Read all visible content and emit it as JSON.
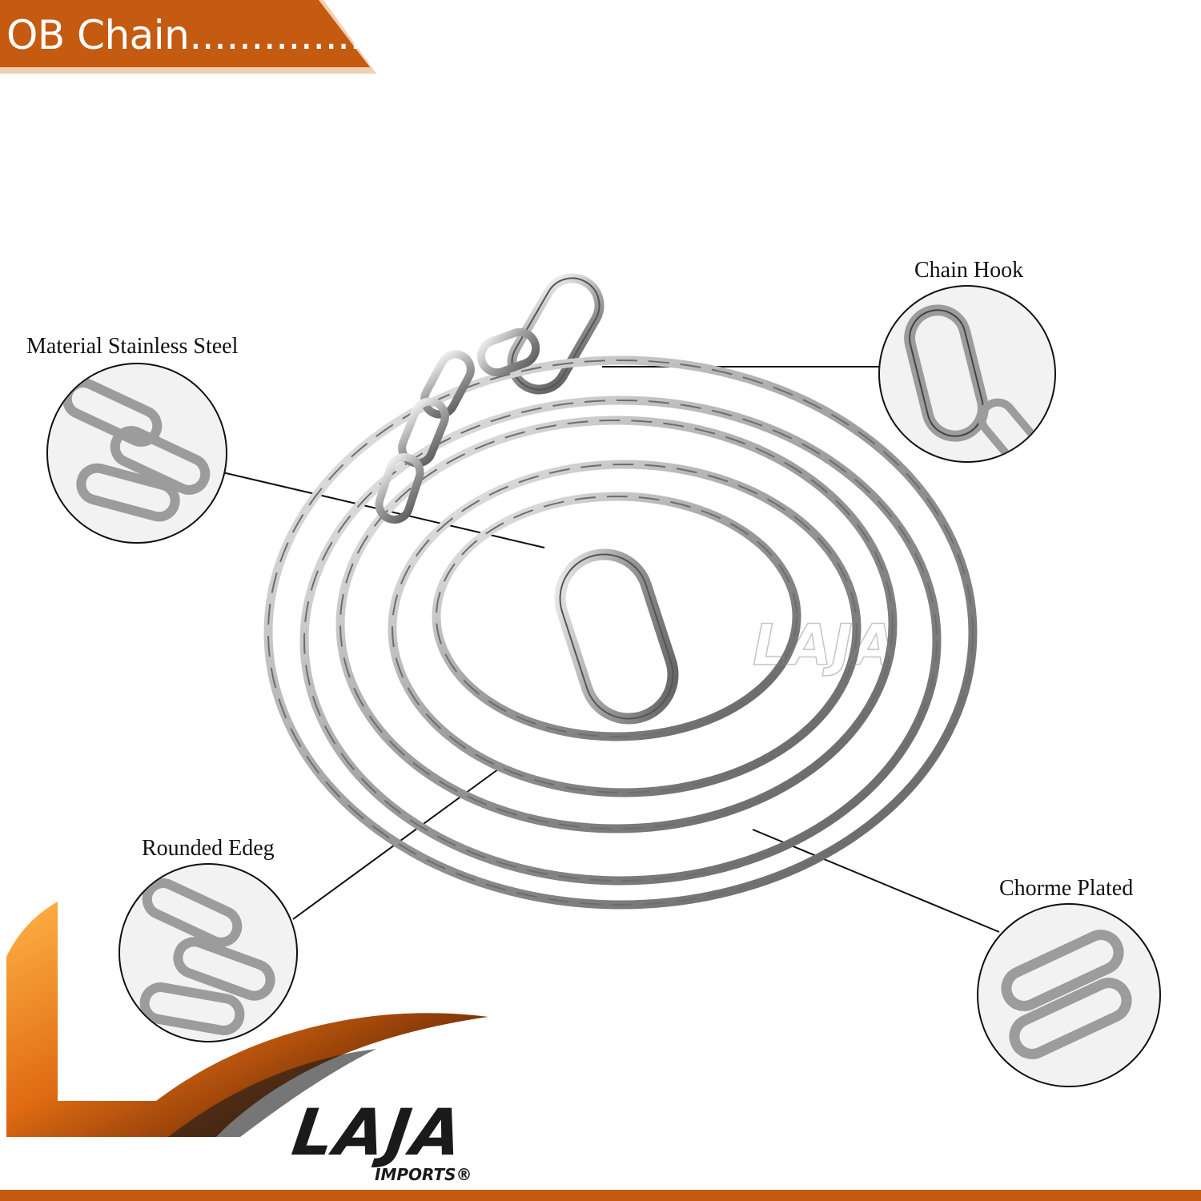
{
  "banner": {
    "title": "OB Chain..............",
    "color": "#c55a11"
  },
  "callouts": {
    "chain_hook": "Chain Hook",
    "material": "Material Stainless Steel",
    "rounded_edge": "Rounded Edeg",
    "chrome_plated": "Chorme Plated"
  },
  "logo": {
    "word": "LAJA",
    "sub": "IMPORTS®",
    "accent": "#c55a11"
  },
  "icons": [
    "chain-hook-closeup-icon",
    "chain-links-closeup-icon",
    "flame-logo-icon"
  ]
}
